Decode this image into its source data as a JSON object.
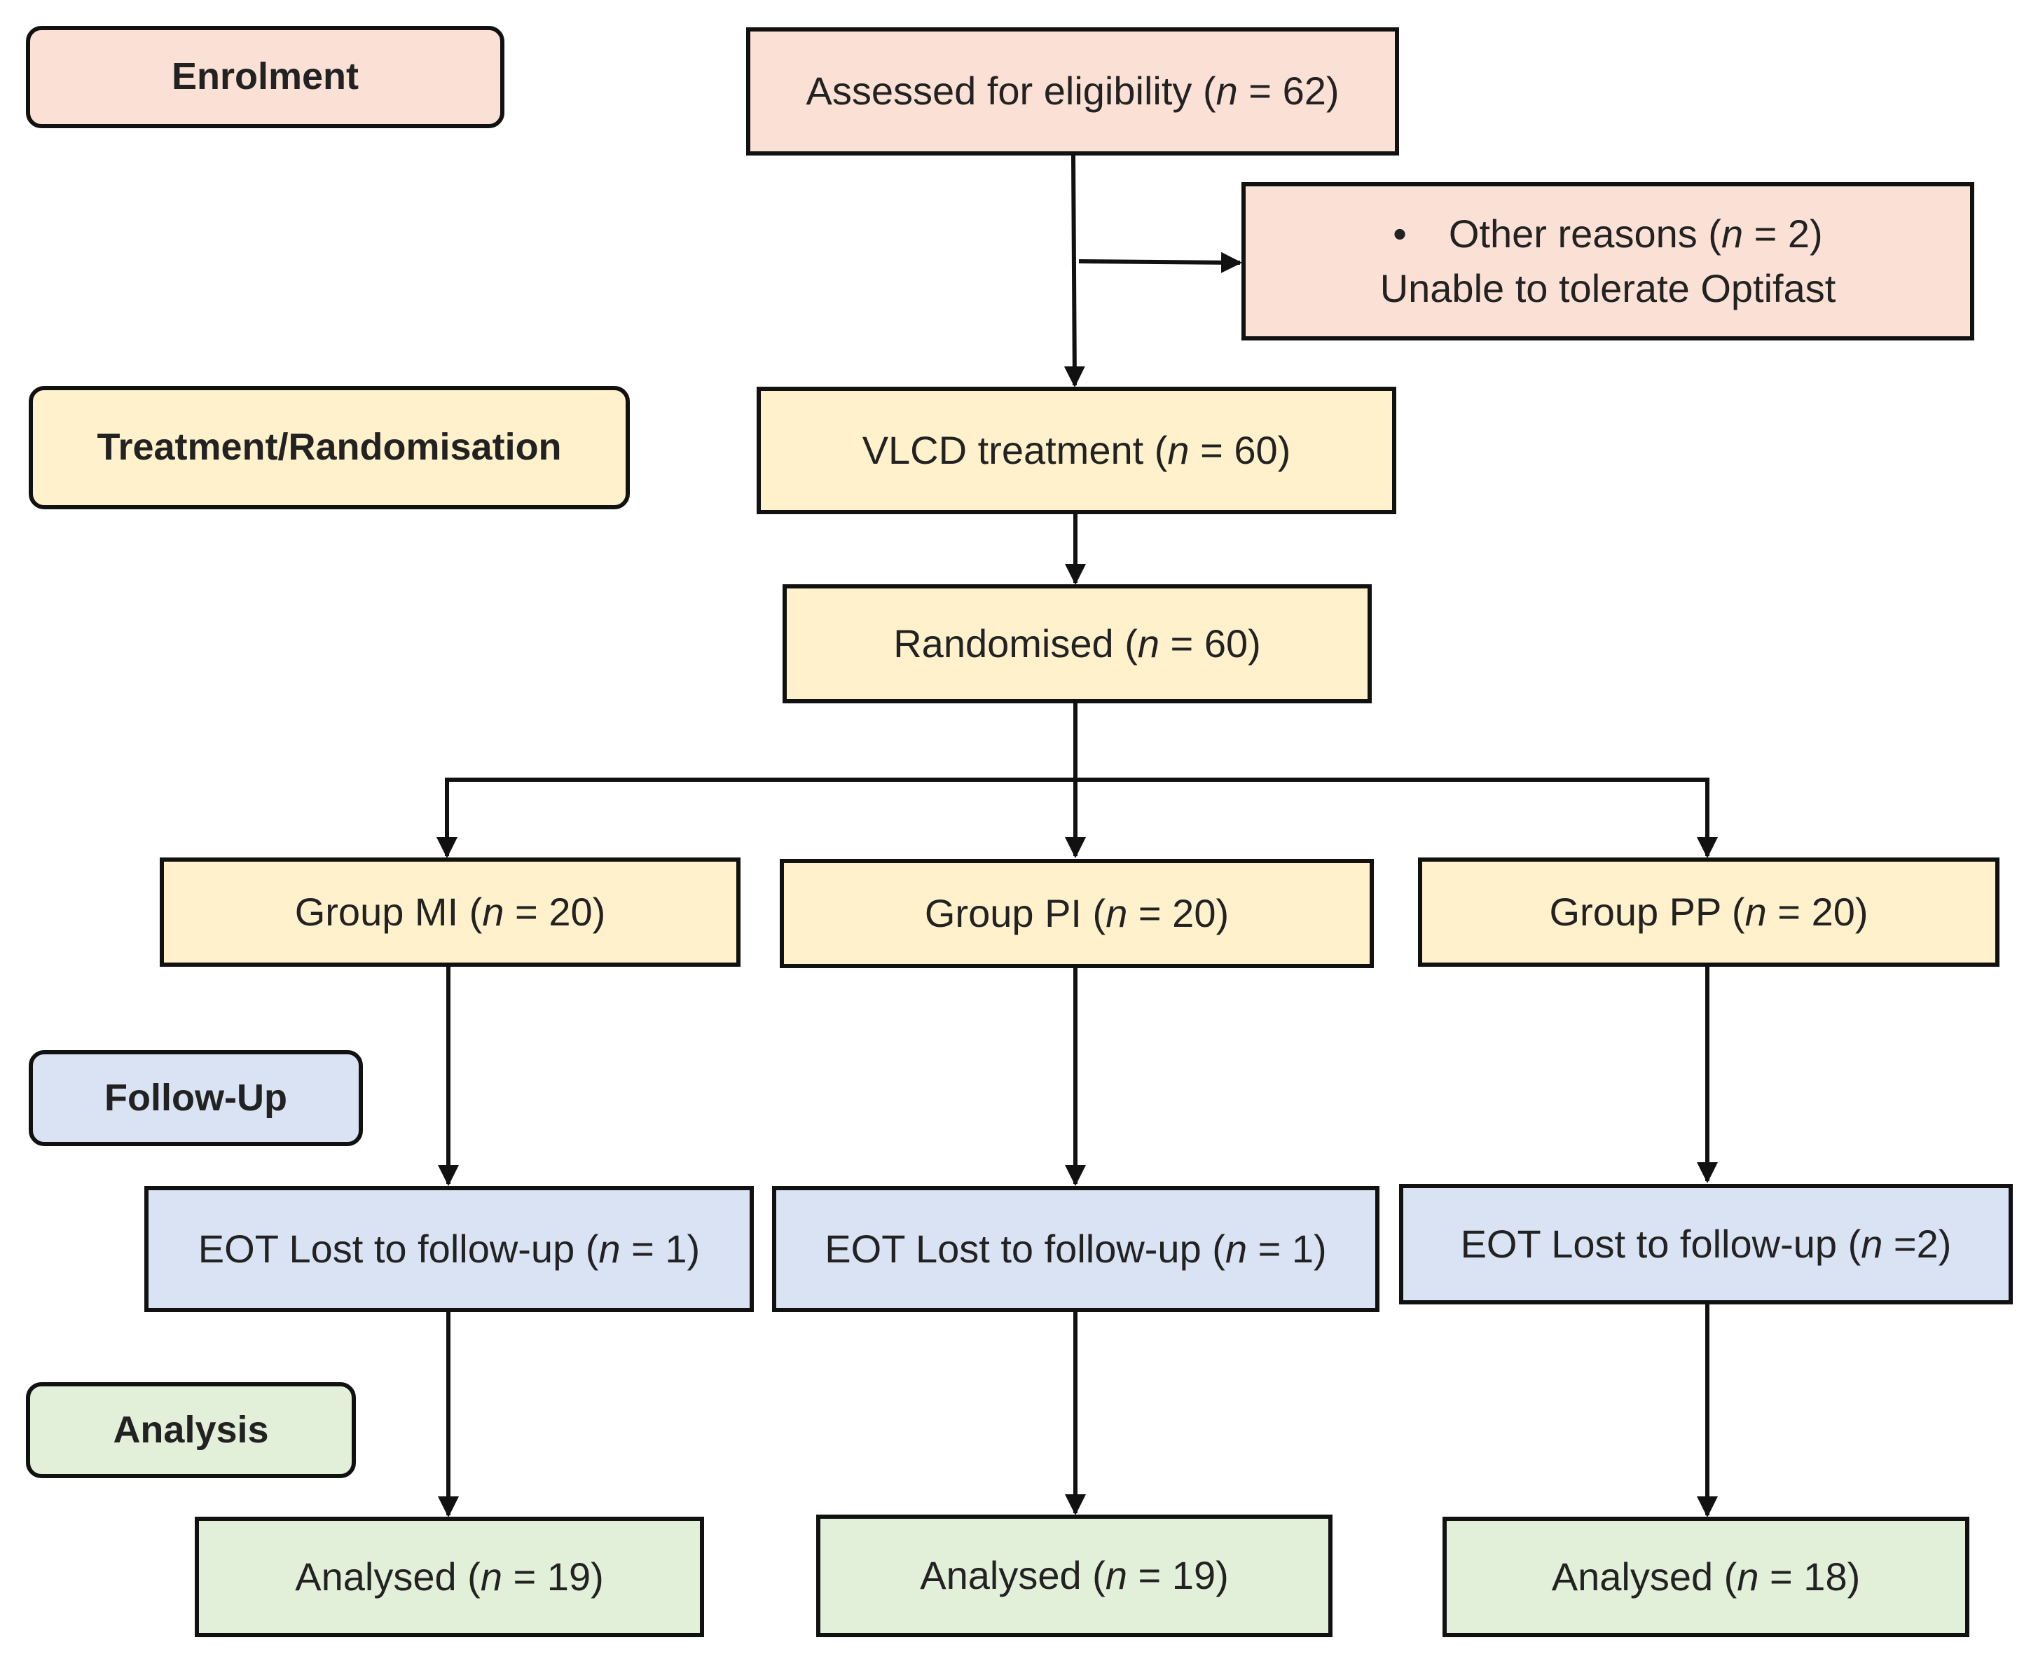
{
  "stages": {
    "enrolment": "Enrolment",
    "treatment": "Treatment/Randomisation",
    "follow_up": "Follow-Up",
    "analysis": "Analysis"
  },
  "n_symbol": "n",
  "nodes": {
    "assessed": {
      "pre": "Assessed for eligibility (",
      "post": " = 62)"
    },
    "excluded": {
      "bullet": "•",
      "pre": "Other reasons (",
      "post": " = 2)",
      "line2": "Unable to tolerate Optifast"
    },
    "vlcd": {
      "pre": "VLCD treatment  (",
      "post": " = 60)"
    },
    "randomised": {
      "pre": "Randomised (",
      "post": " = 60)"
    },
    "group_mi": {
      "pre": "Group  MI  (",
      "post": " = 20)"
    },
    "group_pi": {
      "pre": "Group  PI  (",
      "post": " = 20)"
    },
    "group_pp": {
      "pre": "Group  PP  (",
      "post": " = 20)"
    },
    "lost_mi": {
      "pre": "EOT Lost to follow-up (",
      "post": " = 1)"
    },
    "lost_pi": {
      "pre": "EOT Lost to follow-up (",
      "post": " = 1)"
    },
    "lost_pp": {
      "pre": "EOT Lost to follow-up (",
      "post": " =2)"
    },
    "analysed_mi": {
      "pre": "Analysed (",
      "post": " = 19)"
    },
    "analysed_pi": {
      "pre": "Analysed (",
      "post": " = 19)"
    },
    "analysed_pp": {
      "pre": "Analysed (",
      "post": " = 18)"
    }
  }
}
